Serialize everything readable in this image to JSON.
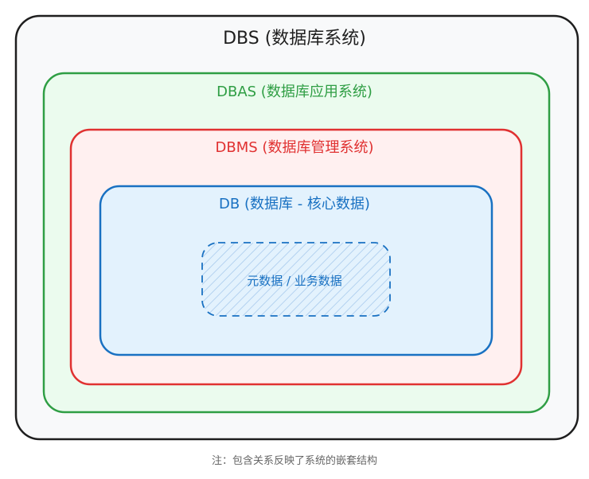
{
  "layers": {
    "dbs": {
      "label": "DBS (数据库系统)",
      "stroke": "#1e1e1e",
      "fill": "#f8f9fa"
    },
    "dbas": {
      "label": "DBAS (数据库应用系统)",
      "stroke": "#2f9e44",
      "fill": "#ebfbee"
    },
    "dbms": {
      "label": "DBMS (数据库管理系统)",
      "stroke": "#e03131",
      "fill": "#fff0f0"
    },
    "db": {
      "label": "DB (数据库 - 核心数据)",
      "stroke": "#1971c2",
      "fill": "#e3f2fd"
    },
    "inner": {
      "label": "元数据 / 业务数据",
      "stroke": "#1971c2",
      "style": "dashed-hatched"
    }
  },
  "note": "注：包含关系反映了系统的嵌套结构"
}
